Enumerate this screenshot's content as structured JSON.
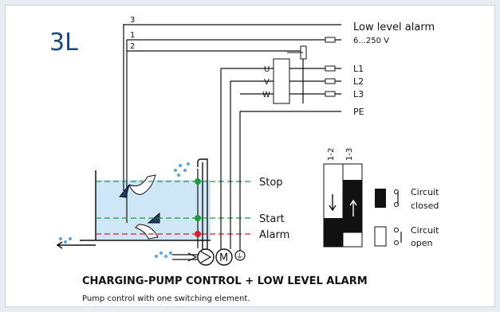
{
  "diagram": {
    "code": "3L",
    "terminals": [
      "3",
      "1",
      "2"
    ],
    "outputs": {
      "alarm_label": "Low level alarm",
      "voltage_label": "6...250 V",
      "phases": [
        "L1",
        "L2",
        "L3"
      ],
      "earth": "PE"
    },
    "motor_terminals": [
      "U",
      "V",
      "W"
    ],
    "motor_symbol": "M",
    "earth_symbol": "⏚",
    "levels": {
      "stop": "Stop",
      "start": "Start",
      "alarm": "Alarm"
    },
    "legend": {
      "col1": "1-2",
      "col2": "1-3",
      "closed": [
        "Circuit",
        "closed"
      ],
      "open": [
        "Circuit",
        "open"
      ]
    },
    "colors": {
      "water": "#cfe6f6",
      "green": "#1e9a3a",
      "red": "#d4202a",
      "drops": "#5aa7dc",
      "text": "#111111"
    }
  },
  "caption": {
    "title": "CHARGING-PUMP CONTROL + LOW LEVEL ALARM",
    "subtitle": "Pump control with one switching element."
  }
}
